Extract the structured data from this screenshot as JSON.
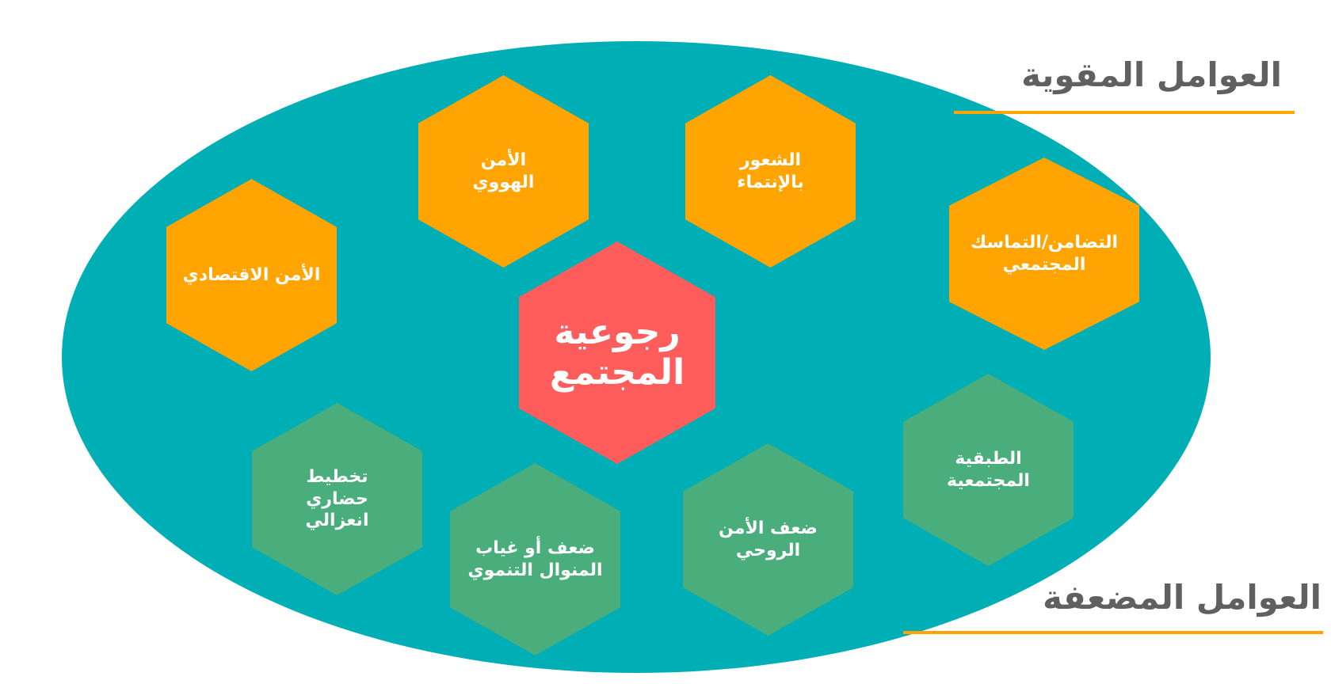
{
  "titles": {
    "strengthening": "العوامل المقوية",
    "weakening": "العوامل المضعفة"
  },
  "center": "رجوعية المجتمع",
  "strengthening_factors": [
    "الأمن الهووي",
    "الشعور بالإنتماء",
    "التضامن/التماسك المجتمعي",
    "الأمن الاقتصادي"
  ],
  "weakening_factors": [
    "تخطيط حضاري انعزالي",
    "ضعف أو غياب المنوال التنموي",
    "ضعف الأمن الروحي",
    "الطبقية المجتمعية"
  ],
  "colors": {
    "ellipse": "#00aeb5",
    "strengthening": "#ffa400",
    "weakening": "#4aae7c",
    "center": "#ff5c5c",
    "title": "#606060"
  }
}
